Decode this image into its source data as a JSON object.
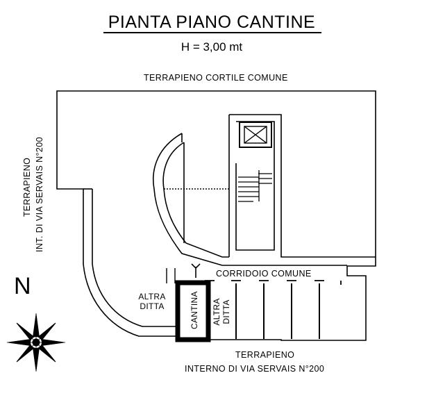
{
  "title": "PIANTA PIANO CANTINE",
  "height_note": "H  =  3,00 mt",
  "labels": {
    "top": "TERRAPIENO CORTILE COMUNE",
    "left_line1": "TERRAPIENO",
    "left_line2": "INT. DI VIA SERVAIS N°200",
    "corridor": "CORRIDOIO COMUNE",
    "altra_ditta_left_1": "ALTRA",
    "altra_ditta_left_2": "DITTA",
    "cantina": "CANTINA",
    "altra_ditta_right_1": "ALTRA",
    "altra_ditta_right_2": "DITTA",
    "bottom_line1": "TERRAPIENO",
    "bottom_line2": "INTERNO DI VIA SERVAIS N°200"
  },
  "compass": {
    "letter": "N"
  }
}
